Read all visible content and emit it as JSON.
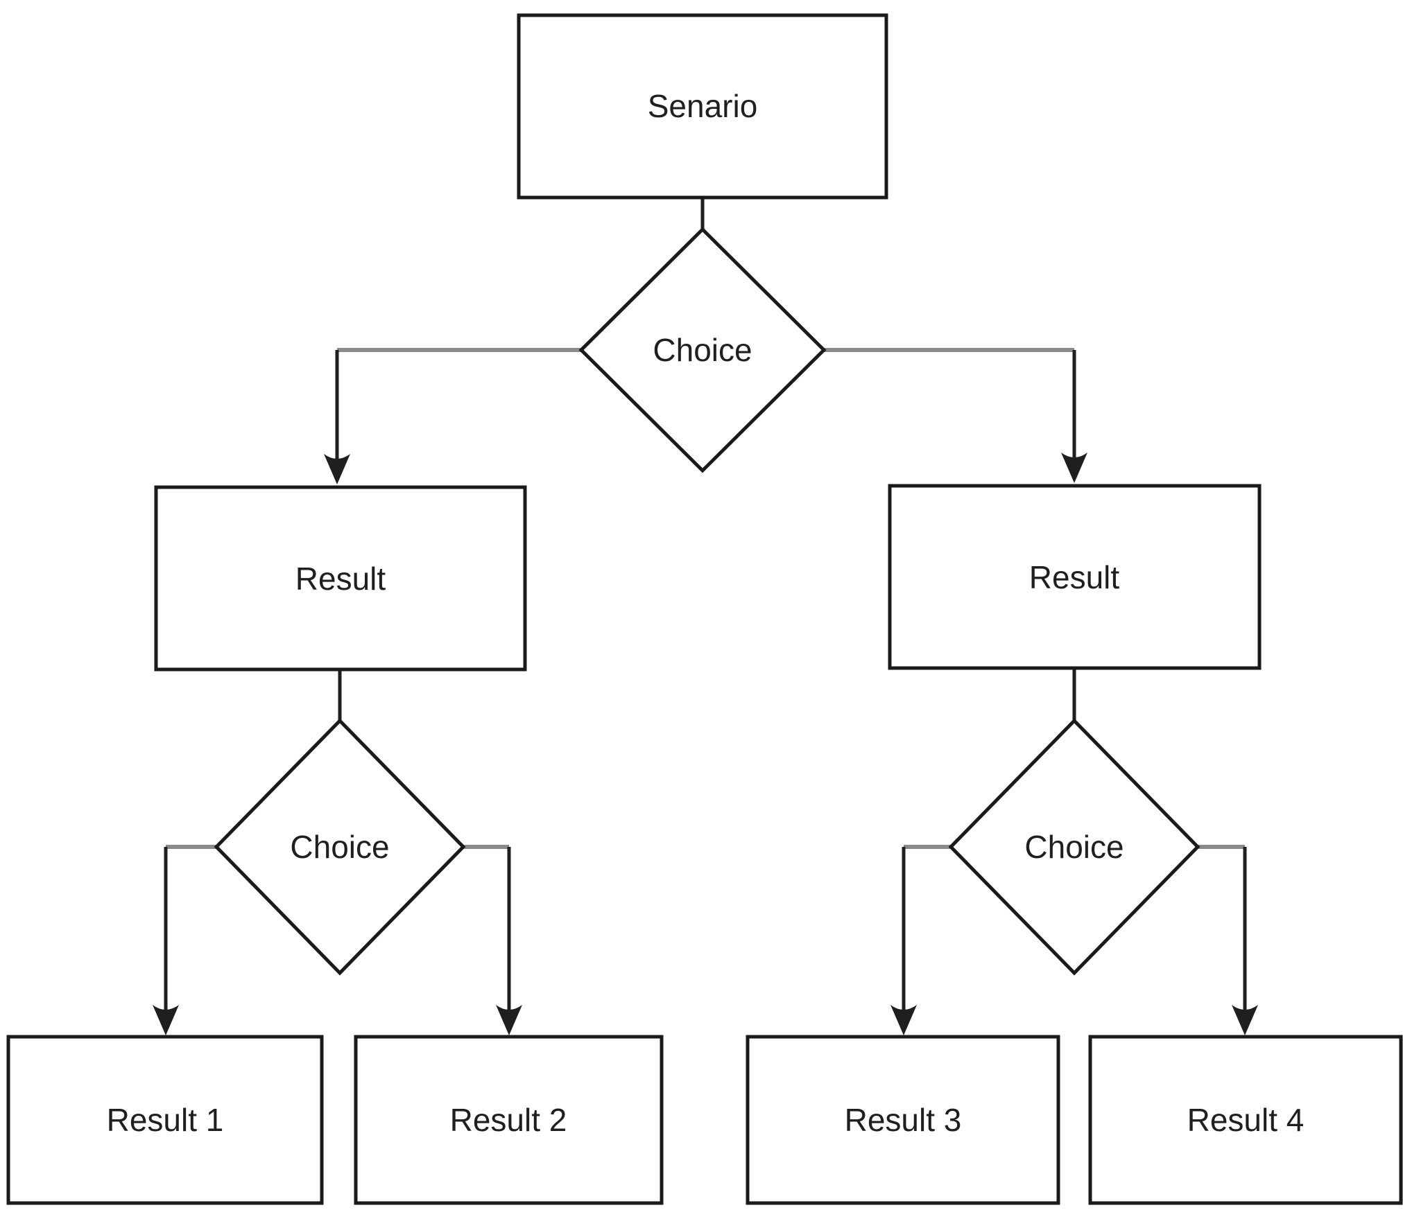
{
  "diagram": {
    "type": "flowchart-decision-tree",
    "background": "#ffffff",
    "colors": {
      "shape_stroke": "#1a1a1a",
      "shape_fill": "#ffffff",
      "text": "#1f1f1f",
      "connector_horizontal_gray": "#8a8a8a",
      "connector_vertical_black": "#1f1f1f",
      "arrowhead": "#1f1f1f"
    },
    "nodes": {
      "scenario": {
        "label": "Senario",
        "shape": "rectangle"
      },
      "choice_root": {
        "label": "Choice",
        "shape": "diamond"
      },
      "result_left": {
        "label": "Result",
        "shape": "rectangle"
      },
      "result_right": {
        "label": "Result",
        "shape": "rectangle"
      },
      "choice_left": {
        "label": "Choice",
        "shape": "diamond"
      },
      "choice_right": {
        "label": "Choice",
        "shape": "diamond"
      },
      "result_1": {
        "label": "Result 1",
        "shape": "rectangle"
      },
      "result_2": {
        "label": "Result 2",
        "shape": "rectangle"
      },
      "result_3": {
        "label": "Result 3",
        "shape": "rectangle"
      },
      "result_4": {
        "label": "Result 4",
        "shape": "rectangle"
      }
    },
    "edges": [
      {
        "from": "scenario",
        "to": "choice_root",
        "arrow": false
      },
      {
        "from": "choice_root",
        "to": "result_left",
        "arrow": true
      },
      {
        "from": "choice_root",
        "to": "result_right",
        "arrow": true
      },
      {
        "from": "result_left",
        "to": "choice_left",
        "arrow": false
      },
      {
        "from": "result_right",
        "to": "choice_right",
        "arrow": false
      },
      {
        "from": "choice_left",
        "to": "result_1",
        "arrow": true
      },
      {
        "from": "choice_left",
        "to": "result_2",
        "arrow": true
      },
      {
        "from": "choice_right",
        "to": "result_3",
        "arrow": true
      },
      {
        "from": "choice_right",
        "to": "result_4",
        "arrow": true
      }
    ]
  }
}
